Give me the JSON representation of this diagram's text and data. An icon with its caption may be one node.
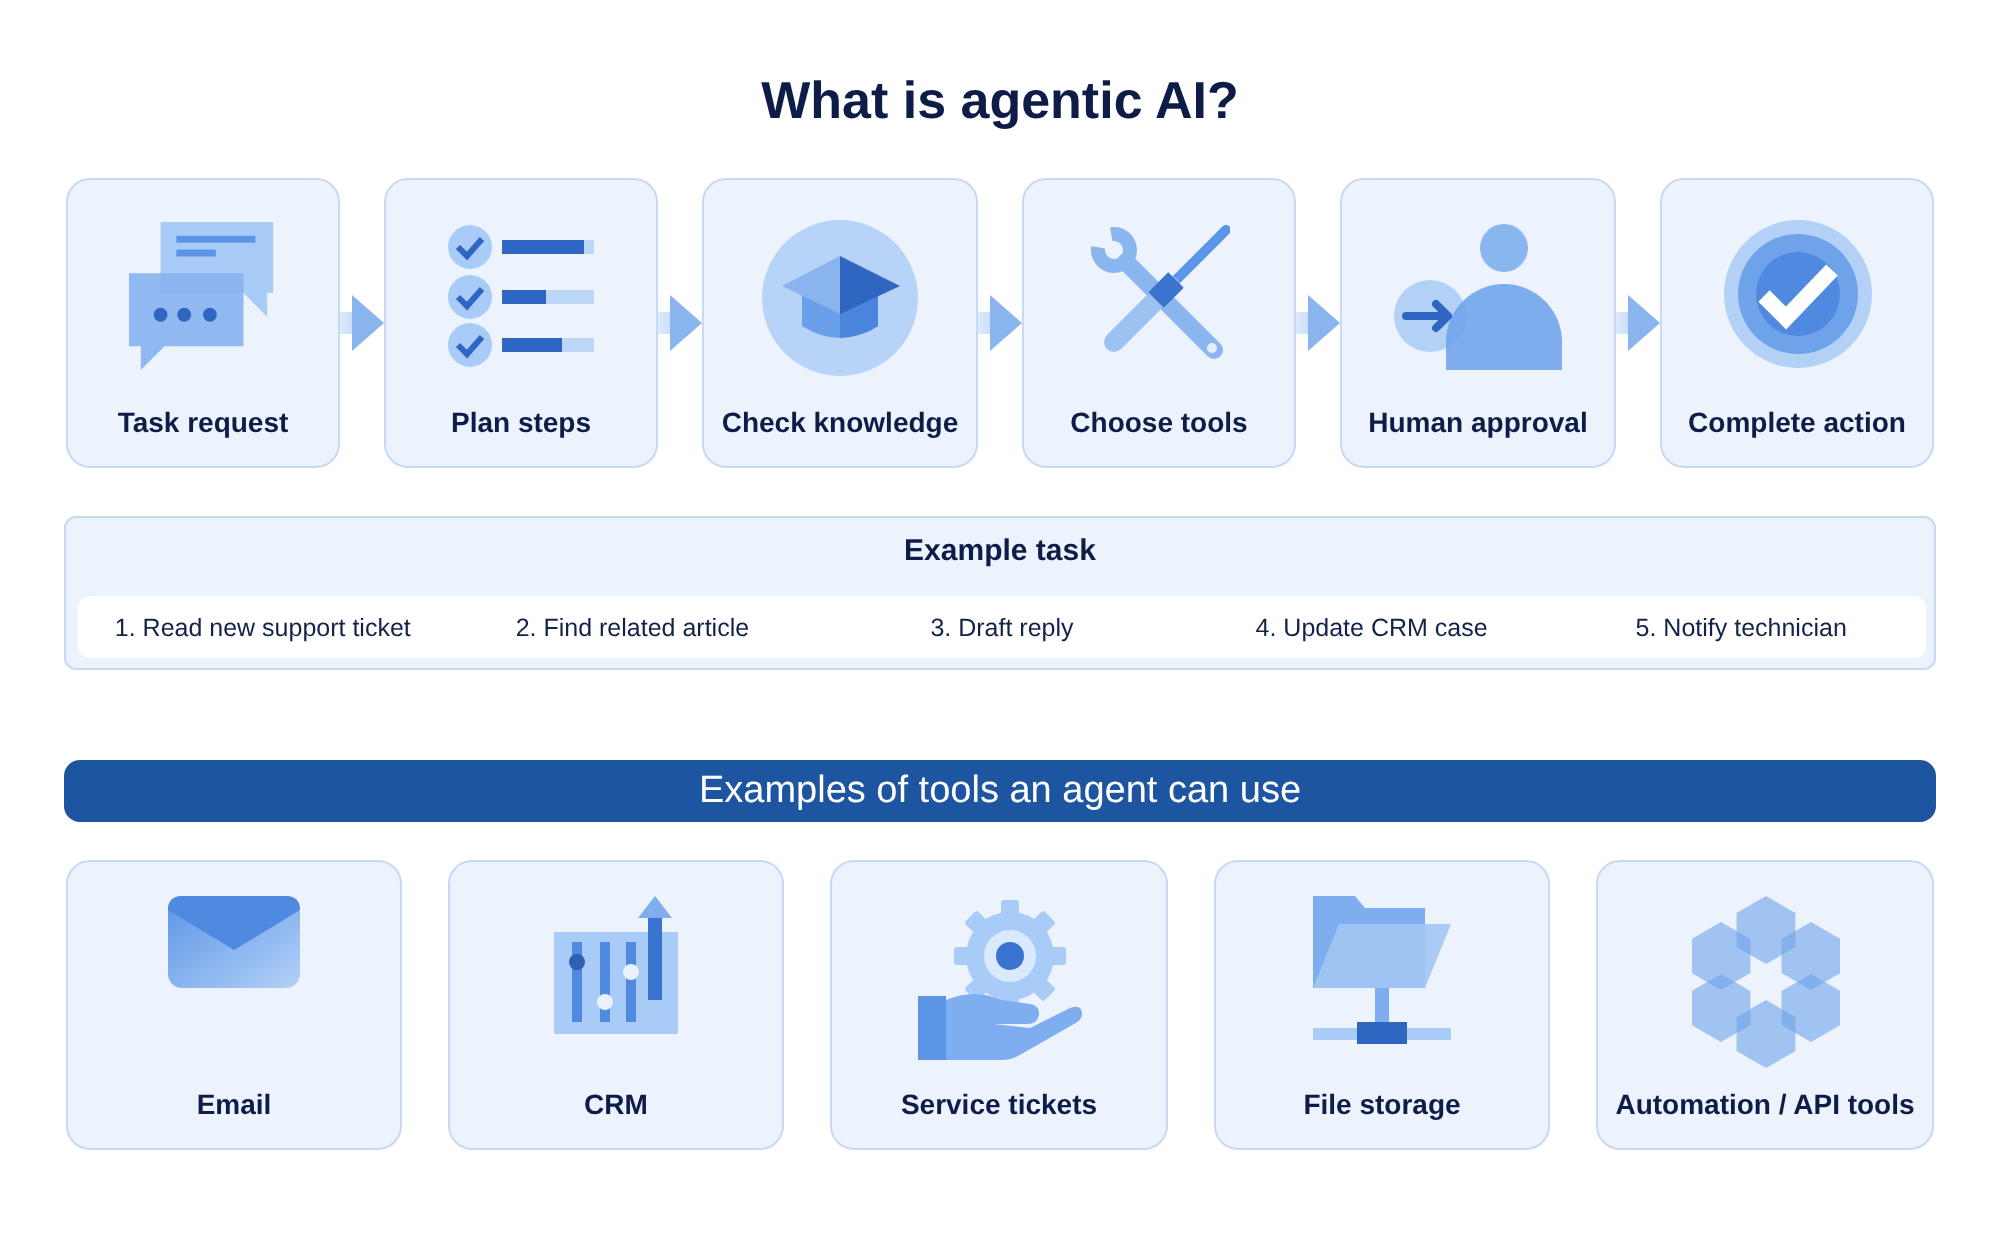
{
  "diagram": {
    "title": "What is agentic AI?",
    "nodes": [
      {
        "text": [
          "Task request"
        ]
      },
      {
        "text": [
          "Plan steps"
        ]
      },
      {
        "text": [
          "Check knowledge"
        ]
      },
      {
        "text": [
          "Choose tools"
        ]
      },
      {
        "text": [
          "Human approval"
        ]
      },
      {
        "text": [
          "Complete action"
        ]
      },
      {
        "text": [
          "Example task"
        ]
      },
      {
        "text": [
          "1. Read new support ticket",
          "2. Find related article",
          "3. Draft reply",
          "4. Update CRM case",
          "5. Notify technician"
        ],
        "in": 6
      },
      {
        "text": [
          "Examples of tools an agent can use"
        ]
      },
      {
        "text": [
          "Email"
        ]
      },
      {
        "text": [
          "CRM"
        ]
      },
      {
        "text": [
          "Service tickets"
        ]
      },
      {
        "text": [
          "File storage"
        ]
      },
      {
        "text": [
          "Automation / API tools"
        ]
      }
    ],
    "edges": [
      {
        "from": 0,
        "to": 1,
        "arrow": "to"
      },
      {
        "from": 1,
        "to": 2,
        "arrow": "to"
      },
      {
        "from": 2,
        "to": 3,
        "arrow": "to"
      },
      {
        "from": 3,
        "to": 4,
        "arrow": "to"
      },
      {
        "from": 4,
        "to": 5,
        "arrow": "to"
      }
    ]
  }
}
